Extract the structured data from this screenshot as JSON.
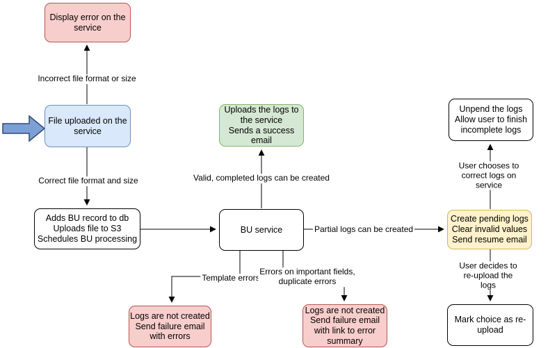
{
  "nodes": {
    "display_error": {
      "label": "Display error on the\nservice"
    },
    "file_uploaded": {
      "label": "File uploaded on the\nservice"
    },
    "adds_bu_record": {
      "label": "Adds BU record to db\nUploads file to S3\nSchedules BU processing"
    },
    "uploads_logs": {
      "label": "Uploads the logs to\nthe service\nSends a success\nemail"
    },
    "bu_service": {
      "label": "BU service"
    },
    "unpend_logs": {
      "label": "Unpend the logs\nAllow user to finish\nincomplete logs"
    },
    "create_pending": {
      "label": "Create pending logs\nClear invalid values\nSend resume email"
    },
    "logs_not_created_errors": {
      "label": "Logs are not created\nSend failure email\nwith errors"
    },
    "logs_not_created_summary": {
      "label": "Logs are not created\nSend failure email\nwith link to error\nsummary"
    },
    "mark_reupload": {
      "label": "Mark choice as re-\nupload"
    }
  },
  "edge_labels": {
    "incorrect_format": "Incorrect file format or size",
    "correct_format": "Correct file format and size",
    "valid_logs": "Valid, completed logs can be created",
    "partial_logs": "Partial logs can be created",
    "user_corrects": "User chooses to correct logs on service",
    "user_reuploads": "User decides to re-upload the logs",
    "template_errors": "Template errors",
    "important_field_errors": "Errors on important fields,\nduplicate errors"
  },
  "icons": {
    "entry_arrow": "right-arrow"
  },
  "colors": {
    "error_fill": "#F8CECC",
    "error_border": "#B85450",
    "upload_fill": "#DAE8FC",
    "upload_border": "#6C8EBF",
    "success_fill": "#D5E8D4",
    "success_border": "#82B366",
    "pending_fill": "#FFF2CC",
    "pending_border": "#D6B656",
    "plain_fill": "#FFFFFF",
    "plain_border": "#000000",
    "entry_arrow_fill": "#7C9FD6",
    "entry_arrow_border": "#2E4B73",
    "connector": "#000000"
  }
}
